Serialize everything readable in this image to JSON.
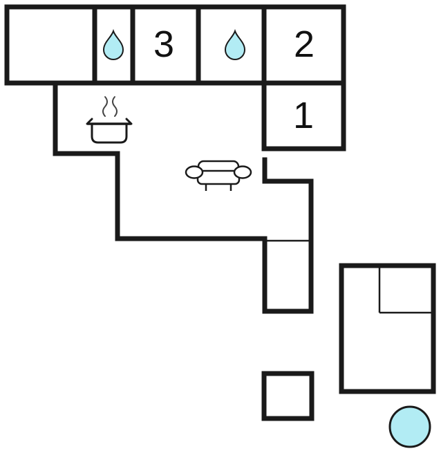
{
  "floorplan": {
    "title": "floor-plan",
    "rooms": {
      "room1": {
        "label": "1"
      },
      "room2": {
        "label": "2"
      },
      "room3": {
        "label": "3"
      }
    },
    "icons": {
      "bathroom_left": "water-drop-icon",
      "bathroom_right": "water-drop-icon",
      "kitchen": "cooking-pot-icon",
      "living_room": "sofa-icon",
      "hot_tub": "hot-tub-circle-icon"
    },
    "colors": {
      "wall": "#1a1a1a",
      "water_fill": "#b2ecf4",
      "background": "#ffffff"
    }
  }
}
